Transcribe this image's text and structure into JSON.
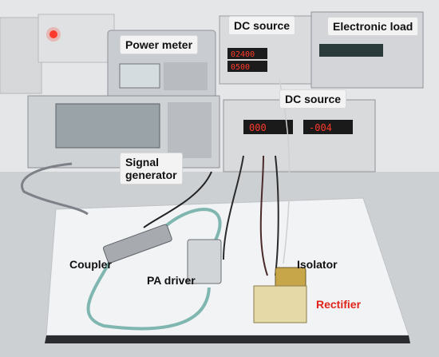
{
  "labels": {
    "power_meter": "Power meter",
    "dc_source_top": "DC source",
    "electronic_load": "Electronic load",
    "dc_source_mid": "DC source",
    "signal_generator": "Signal\ngenerator",
    "coupler": "Coupler",
    "pa_driver": "PA driver",
    "isolator": "Isolator",
    "rectifier": "Rectifier"
  },
  "displays": {
    "dc_source_top_readout_1": "02400",
    "dc_source_top_readout_2": "0500",
    "dc_source_mid_readout_left": "000",
    "dc_source_mid_readout_right": "-004"
  },
  "colors": {
    "rectifier_label": "#e0241b",
    "label_box_bg": "#f3f3f3",
    "bench_table": "#cdd0d3",
    "wall": "#e4e6e8",
    "cable_teal": "#7fb6b0",
    "led_readout": "#ff3a2a"
  }
}
